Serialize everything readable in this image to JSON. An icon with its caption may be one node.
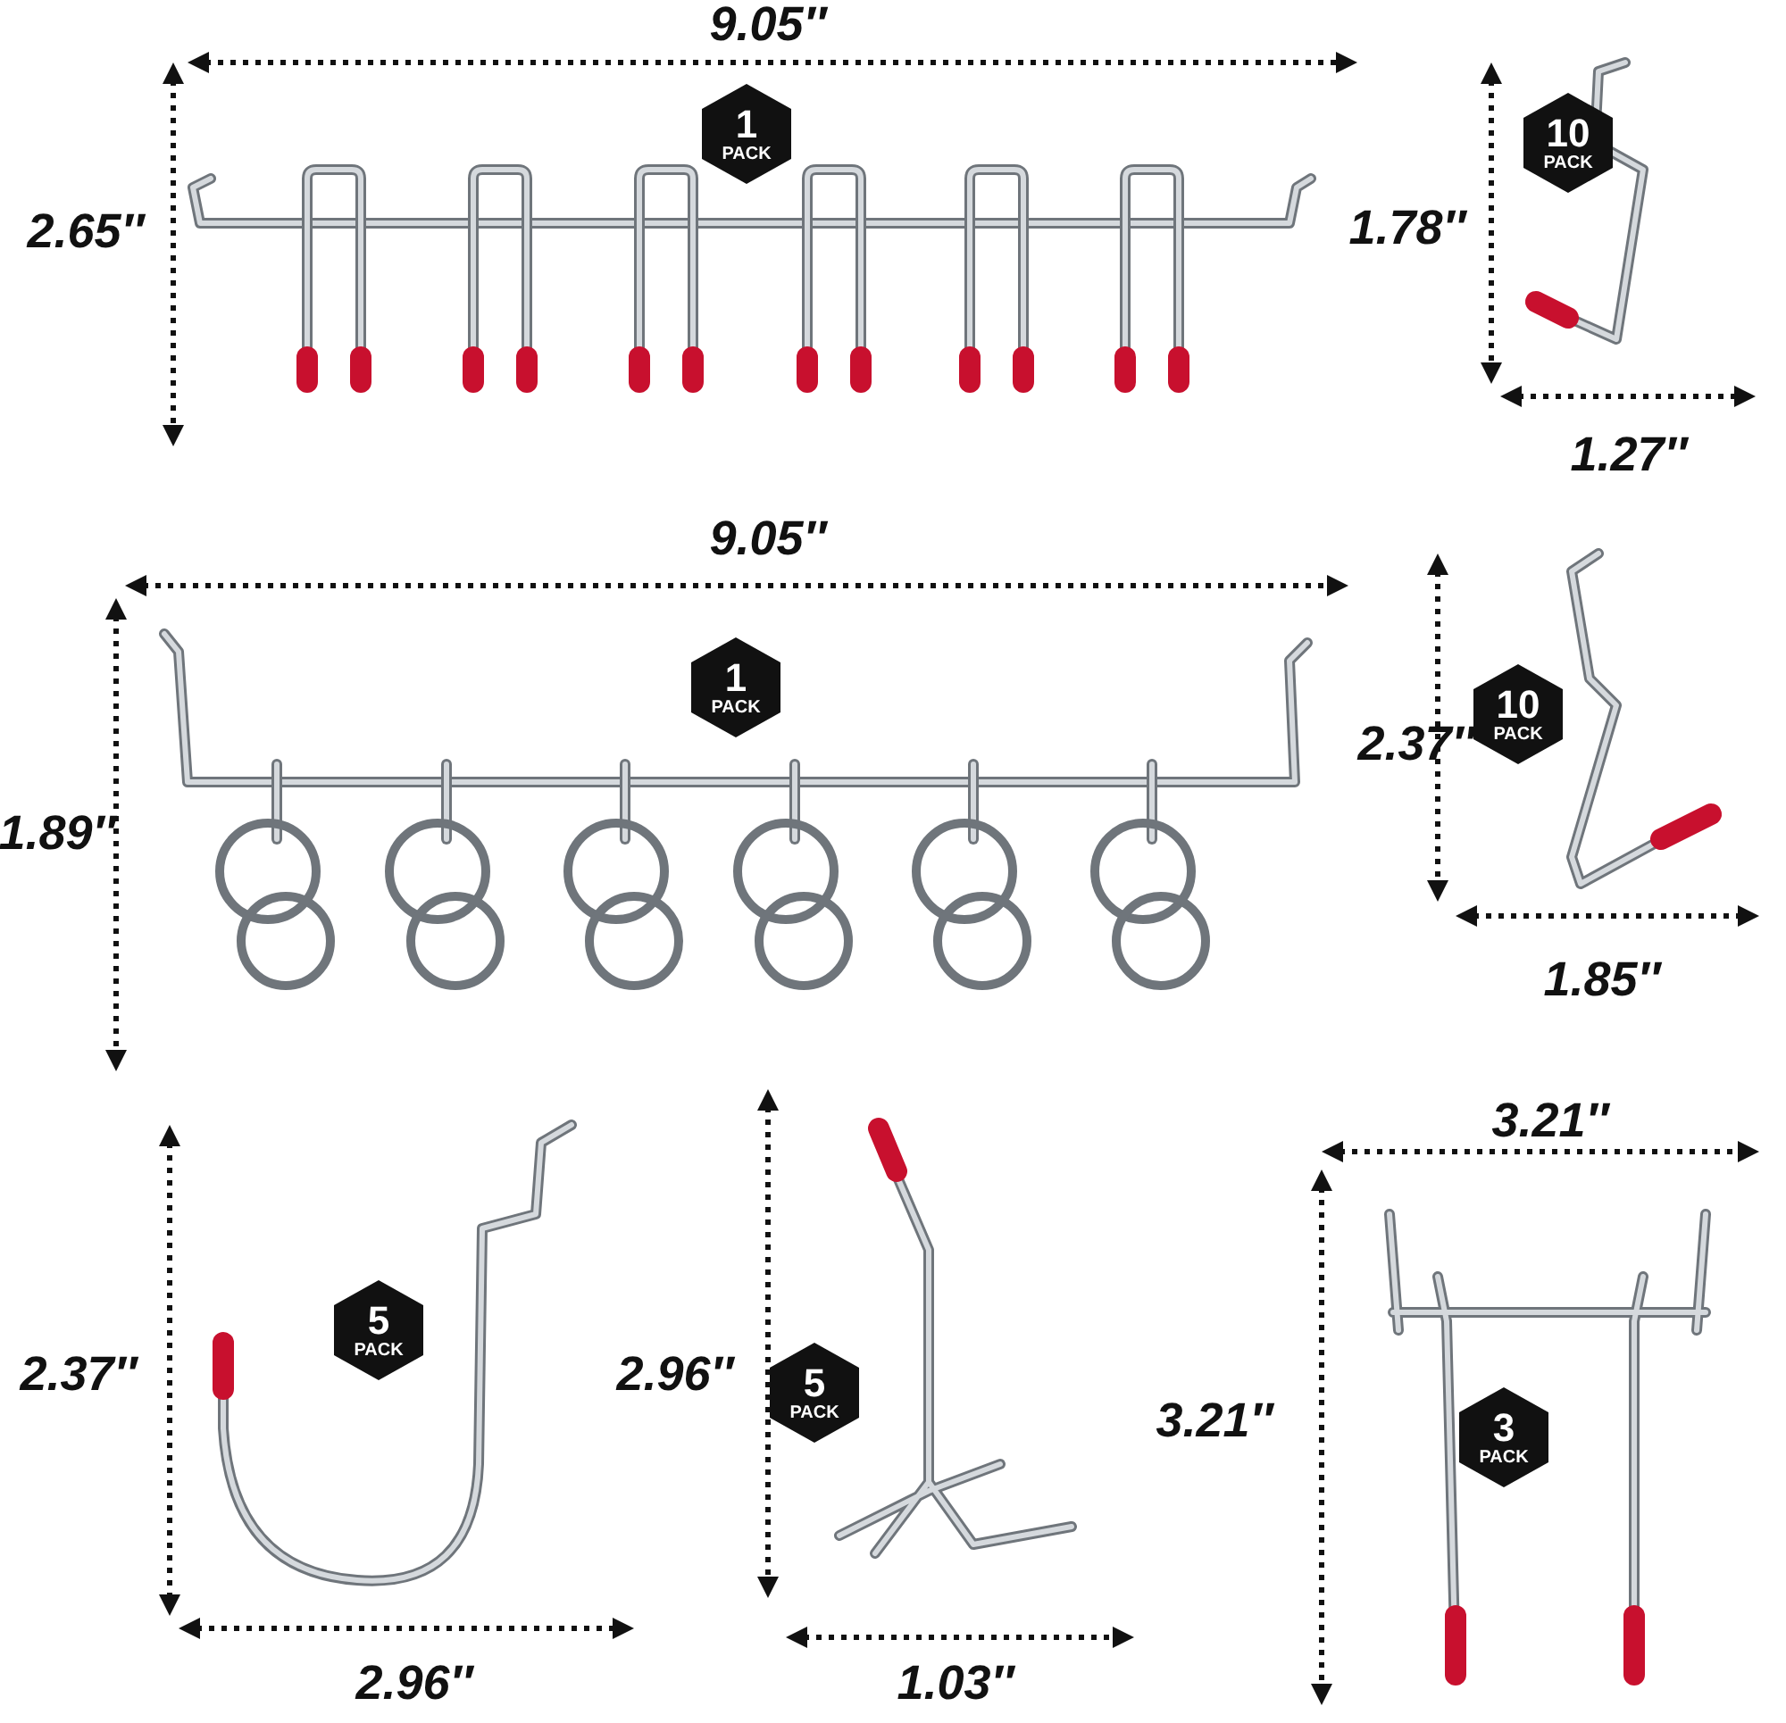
{
  "diagram": {
    "nodes": [
      {
        "text": [
          "1",
          "PACK"
        ]
      },
      {
        "text": [
          "10",
          "PACK"
        ]
      },
      {
        "text": [
          "1",
          "PACK"
        ]
      },
      {
        "text": [
          "10",
          "PACK"
        ]
      },
      {
        "text": [
          "5",
          "PACK"
        ]
      },
      {
        "text": [
          "5",
          "PACK"
        ]
      },
      {
        "text": [
          "3",
          "PACK"
        ]
      }
    ],
    "edges": [],
    "labels": [
      "9.05″",
      "2.65″",
      "1.78″",
      "1.27″",
      "9.05″",
      "2.37″",
      "1.89″",
      "1.85″",
      "3.21″",
      "2.37″",
      "2.96″",
      "3.21″",
      "2.96″",
      "1.03″"
    ]
  }
}
